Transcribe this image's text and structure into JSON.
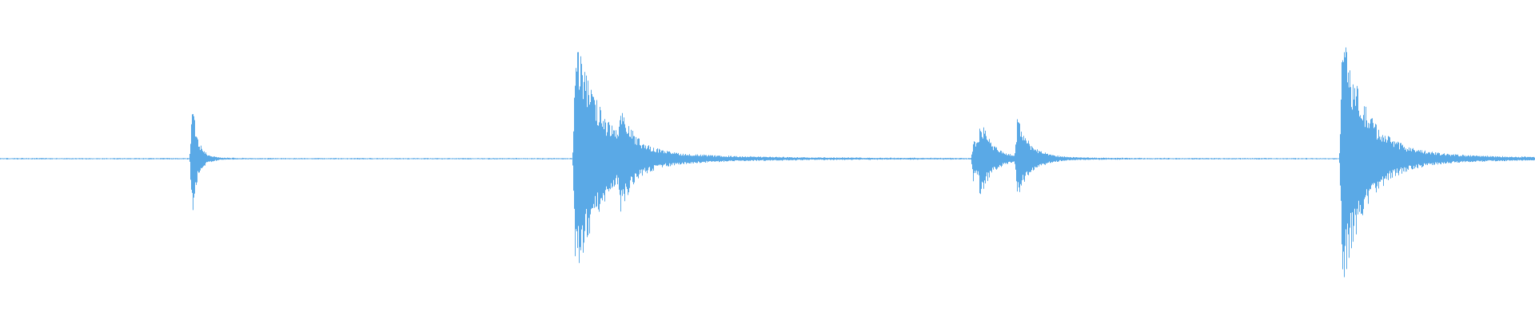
{
  "waveform": {
    "color": "#5aa9e6",
    "background": "#ffffff",
    "baseline_amplitude": 0.006,
    "events": [
      {
        "time": 0.1245,
        "peak": 0.48,
        "decay": 0.0035,
        "shape": "spike"
      },
      {
        "time": 0.374,
        "peak": 0.92,
        "decay": 0.016,
        "shape": "burst"
      },
      {
        "time": 0.404,
        "peak": 0.22,
        "decay": 0.007,
        "shape": "spike"
      },
      {
        "time": 0.6335,
        "peak": 0.16,
        "decay": 0.01,
        "shape": "spike"
      },
      {
        "time": 0.638,
        "peak": 0.22,
        "decay": 0.006,
        "shape": "spike"
      },
      {
        "time": 0.662,
        "peak": 0.3,
        "decay": 0.008,
        "shape": "spike"
      },
      {
        "time": 0.8735,
        "peak": 0.95,
        "decay": 0.015,
        "shape": "burst"
      }
    ]
  }
}
